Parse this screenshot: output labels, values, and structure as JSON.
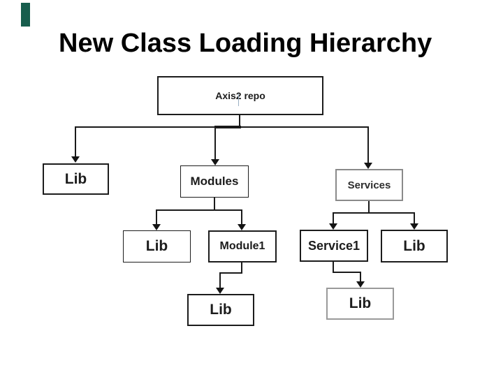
{
  "slide": {
    "title": "New Class Loading Hierarchy",
    "background_color": "#ffffff",
    "accent_color": "#175d4d",
    "line_color": "#1a1a1a",
    "box_border_color": "#1c1c1c",
    "text_color": "#1c1c1c"
  },
  "diagram": {
    "type": "tree",
    "nodes": {
      "axis2_repo": {
        "label": "Axis2 repo"
      },
      "lib_root": {
        "label": "Lib"
      },
      "modules": {
        "label": "Modules"
      },
      "services": {
        "label": "Services"
      },
      "modules_lib": {
        "label": "Lib"
      },
      "module1": {
        "label": "Module1"
      },
      "service1": {
        "label": "Service1"
      },
      "services_lib": {
        "label": "Lib"
      },
      "module1_lib": {
        "label": "Lib"
      },
      "service1_lib": {
        "label": "Lib"
      }
    },
    "edges": [
      {
        "from": "axis2_repo",
        "to": "lib_root"
      },
      {
        "from": "axis2_repo",
        "to": "modules"
      },
      {
        "from": "axis2_repo",
        "to": "services"
      },
      {
        "from": "modules",
        "to": "modules_lib"
      },
      {
        "from": "modules",
        "to": "module1"
      },
      {
        "from": "services",
        "to": "service1"
      },
      {
        "from": "services",
        "to": "services_lib"
      },
      {
        "from": "module1",
        "to": "module1_lib"
      },
      {
        "from": "service1",
        "to": "service1_lib"
      }
    ]
  }
}
